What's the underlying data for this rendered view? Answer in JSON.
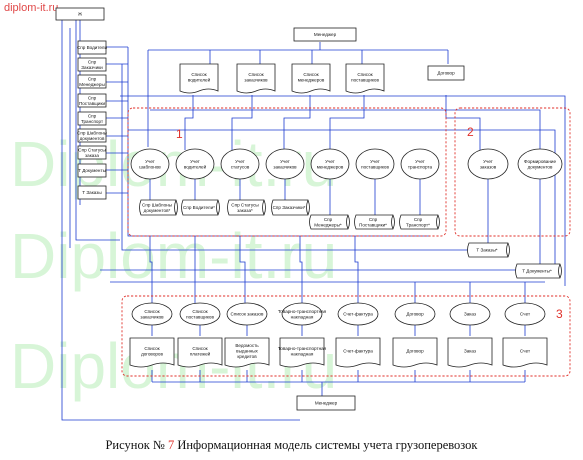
{
  "watermark_top": "diplom-it.ru",
  "watermark_bg": "Diplom-it.ru",
  "caption": {
    "prefix": "Рисунок № ",
    "number": "7",
    "text": " Информационная модель системы учета грузоперевозок"
  },
  "colors": {
    "line": "#1b3bd0",
    "box": "#222222",
    "region": "#e0312b",
    "watermark": "#d7f5d7",
    "number": "#e0312b"
  },
  "nodes": {
    "top_entity": "Ж",
    "manager_top": "Менеджер",
    "manager_bottom": "Менеджер",
    "left_refs": [
      "Спр Водители",
      "Спр Заказчики",
      "Спр Менеджеры",
      "Спр Поставщики",
      "Спр Транспорт",
      "Спр Шаблоны документов",
      "Спр Статусы заказа",
      "Т Документы",
      "Т Заказы"
    ],
    "top_docs": [
      "Список водителей",
      "Список заказчиков",
      "Список менеджеров",
      "Список поставщиков"
    ],
    "contract_top": "Договор",
    "region1_processes": [
      "Учет шаблонов",
      "Учет водителей",
      "Учет статусов",
      "Учет заказчиков",
      "Учет менеджеров",
      "Учет поставщиков",
      "Учет транспорта"
    ],
    "region1_stores_a": [
      "Спр Шаблоны документов*",
      "Спр Водители*",
      "Спр Статусы заказа*",
      "Спр Заказчики*"
    ],
    "region1_stores_b": [
      "Спр Менеджеры*",
      "Спр Поставщики*",
      "Спр Транспорт*"
    ],
    "region2_processes": [
      "Учет заказов",
      "Формирование документов"
    ],
    "region2_stores": [
      "Т Заказы*",
      "Т Документы*"
    ],
    "region3_processes": [
      "Список заказчиков",
      "Список поставщиков",
      "Список заказов",
      "Товарно-транспортная накладная",
      "Счет-фактура",
      "Договор",
      "Заказ",
      "Счет"
    ],
    "region3_docs": [
      "Список договоров",
      "Список платежей",
      "Ведомость выданных кредитов",
      "Товарно-транспортная накладная",
      "Счет-фактура",
      "Договор",
      "Заказ",
      "Счет"
    ],
    "region_numbers": [
      "1",
      "2",
      "3"
    ]
  }
}
